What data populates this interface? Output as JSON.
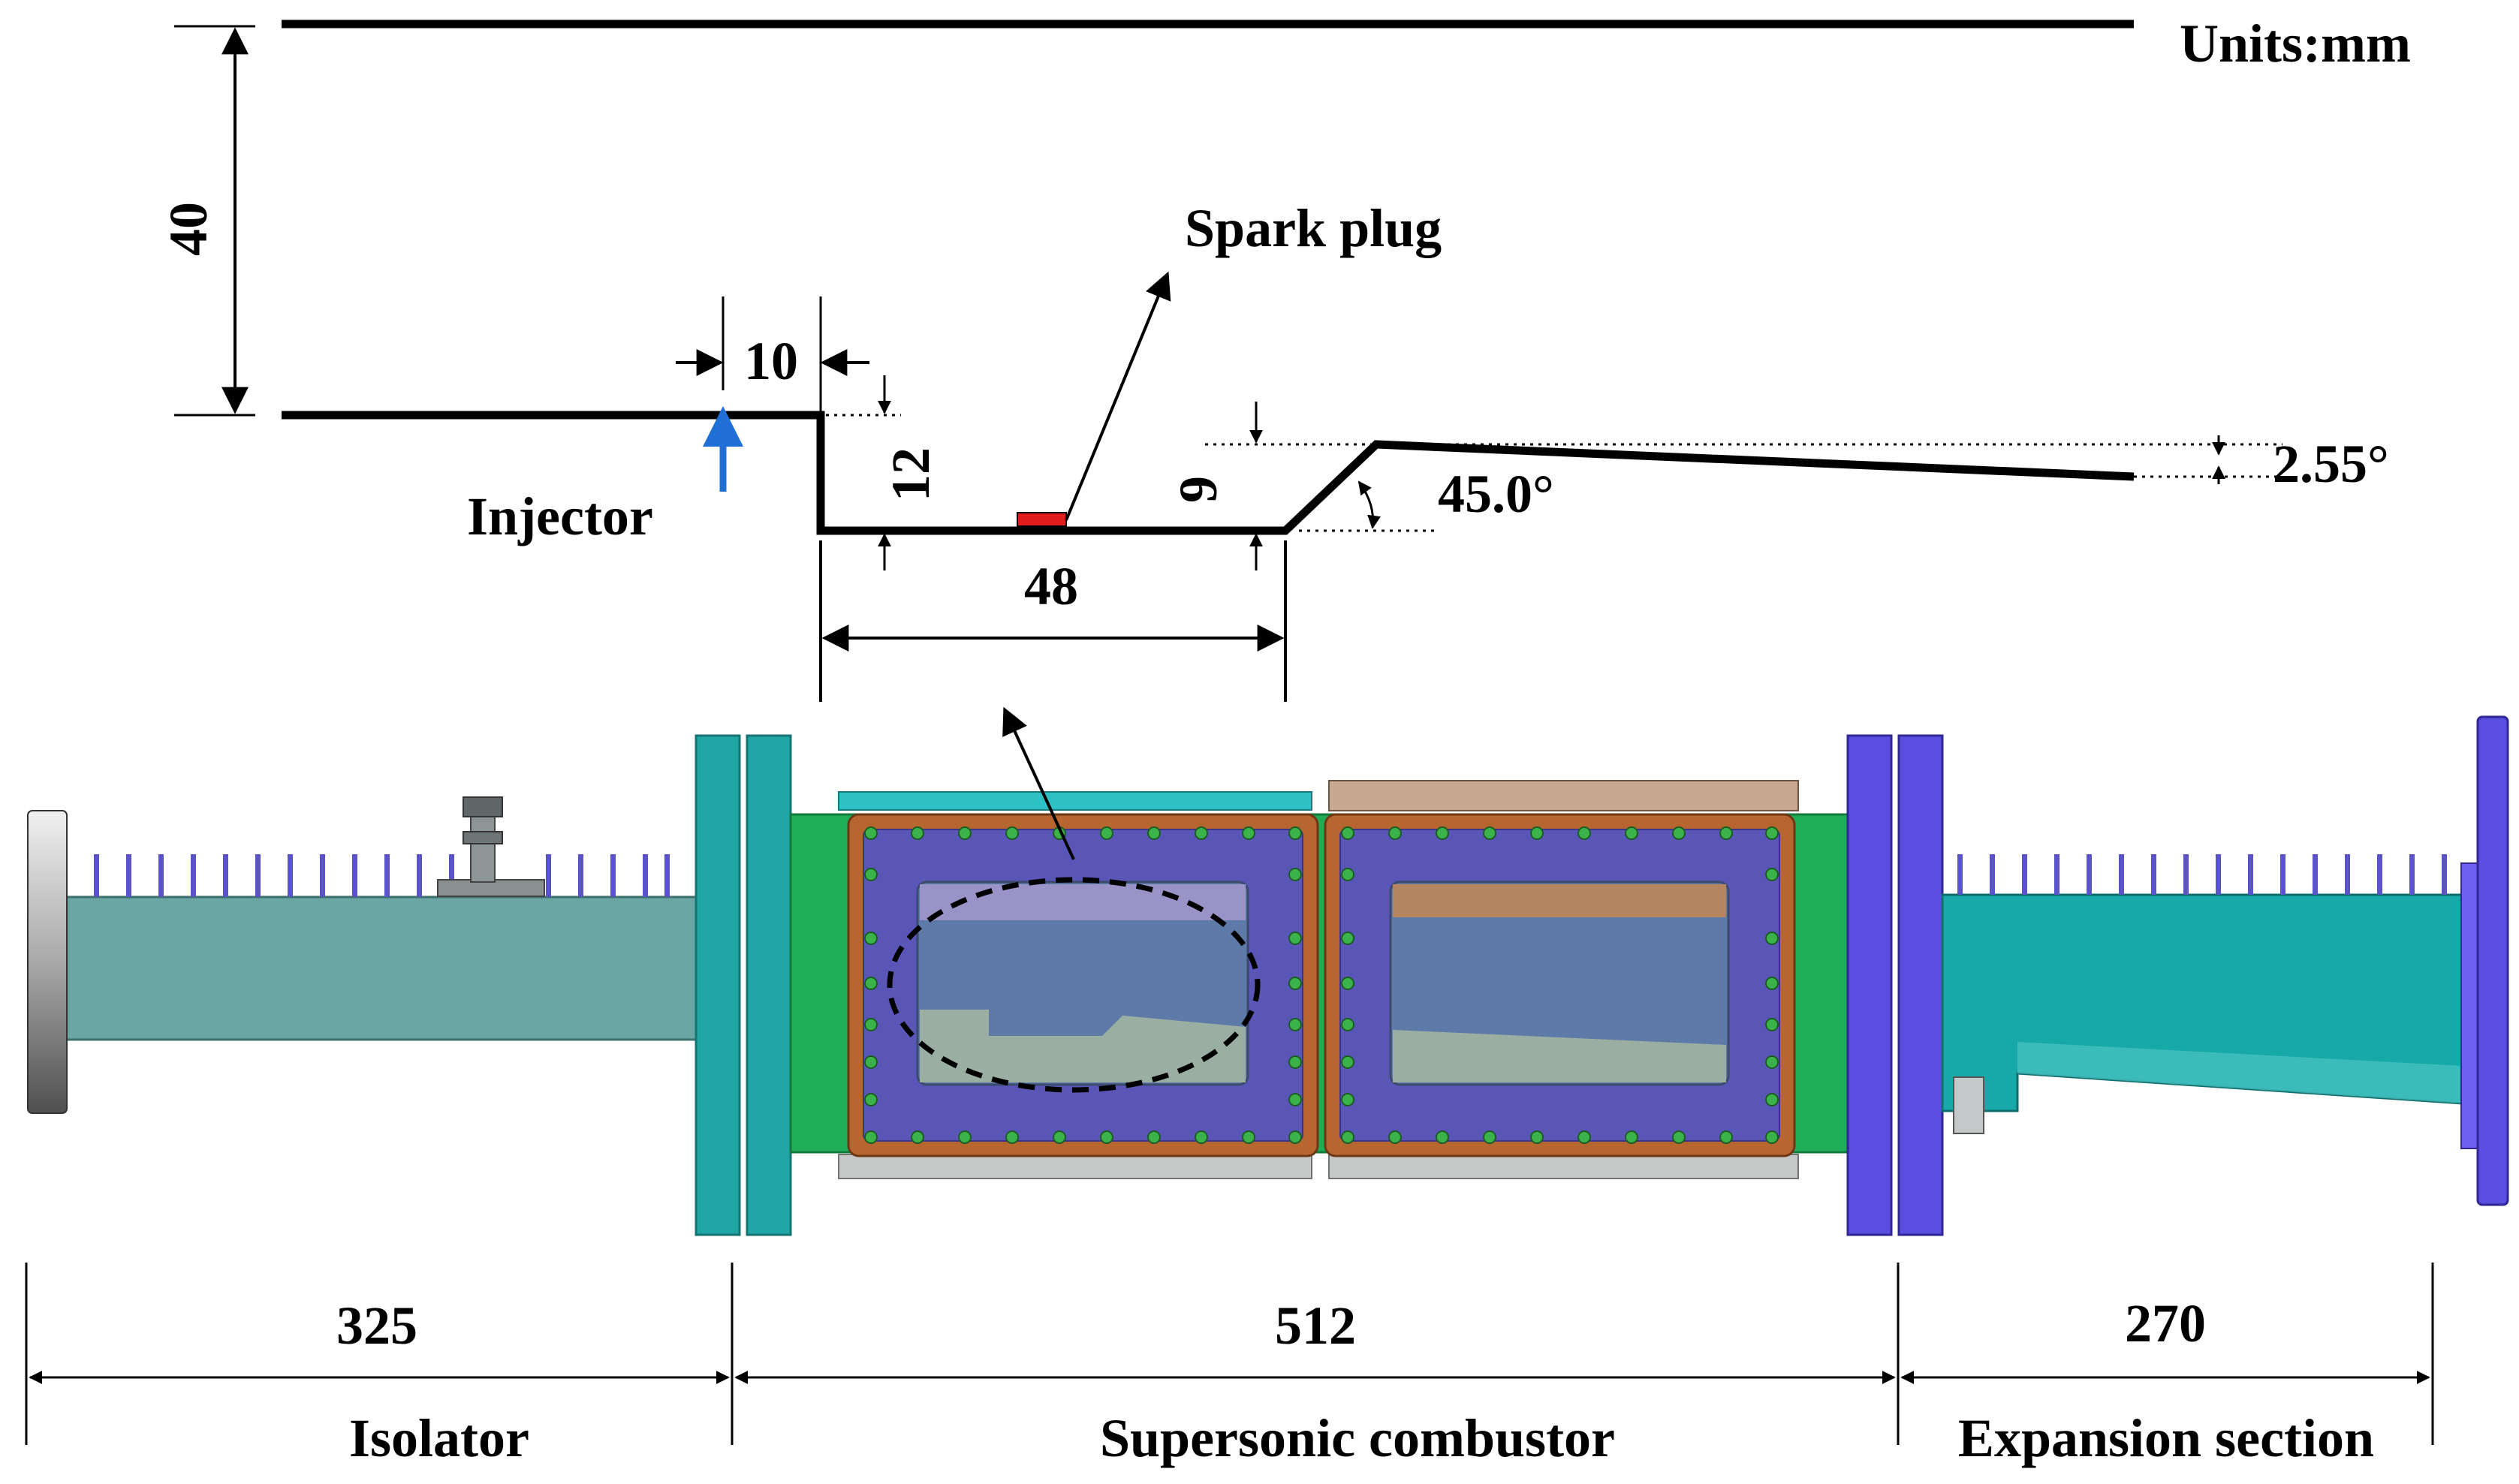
{
  "units_label": "Units:mm",
  "dimensions": {
    "channel_height": "40",
    "injector_to_cavity": "10",
    "cavity_depth": "12",
    "cavity_length": "48",
    "aft_ramp_height": "9",
    "ramp_angle": "45.0°",
    "divergence_angle": "2.55°"
  },
  "callouts": {
    "spark_plug": "Spark plug",
    "injector": "Injector"
  },
  "sections": [
    {
      "length": "325",
      "name": "Isolator"
    },
    {
      "length": "512",
      "name": "Supersonic combustor"
    },
    {
      "length": "270",
      "name": "Expansion section"
    }
  ],
  "colors": {
    "isolator_body": "#6aa7a4",
    "flange_teal": "#21a6a6",
    "combustor_green": "#1fae55",
    "window_frame": "#b8662f",
    "window_panel": "#5a56b8",
    "flange_purple": "#5a4ee0",
    "expansion_body": "#17a9a7",
    "injector_arrow": "#1f6fd6",
    "spark_plug": "#e01c1c"
  }
}
